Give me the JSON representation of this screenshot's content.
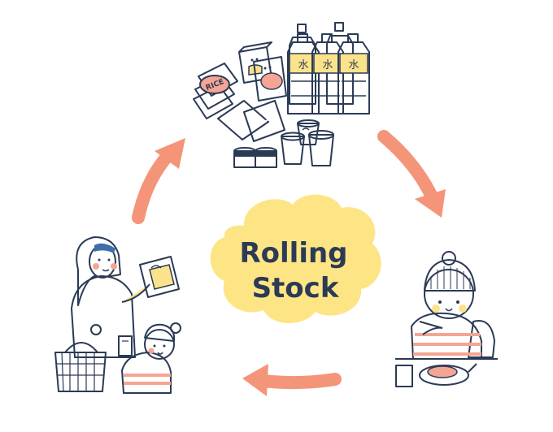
{
  "center_label": {
    "line1": "Rolling",
    "line2": "Stock"
  },
  "labels": {
    "rice": "RICE",
    "water": "水"
  },
  "colors": {
    "arrow": "#f4957a",
    "cloud": "#fde585",
    "ink": "#2b3a55",
    "yellow": "#fbe38b",
    "blue_hair": "#3d6fa8",
    "pink": "#f5a593",
    "gray": "#9aa0a8"
  }
}
